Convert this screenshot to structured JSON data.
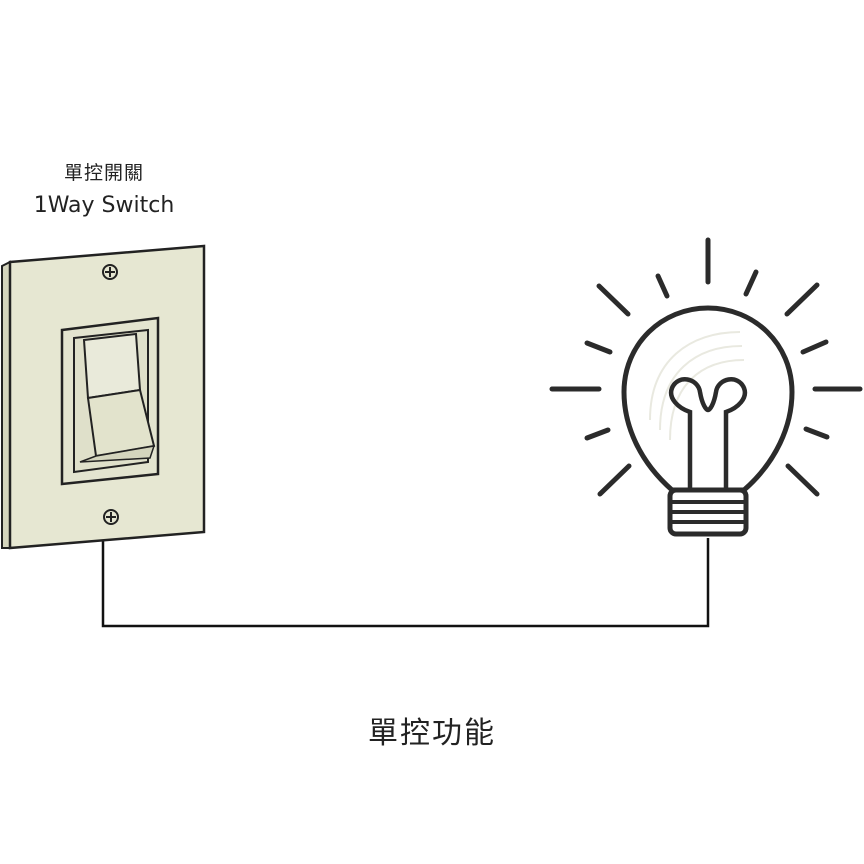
{
  "switch_label": {
    "chinese": "單控開關",
    "english": "1Way Switch"
  },
  "caption": "單控功能",
  "icons": [
    "wall-switch-icon",
    "light-bulb-icon"
  ],
  "colors": {
    "plate": "#e6e7d2",
    "outline": "#222222",
    "wire": "#111111"
  }
}
